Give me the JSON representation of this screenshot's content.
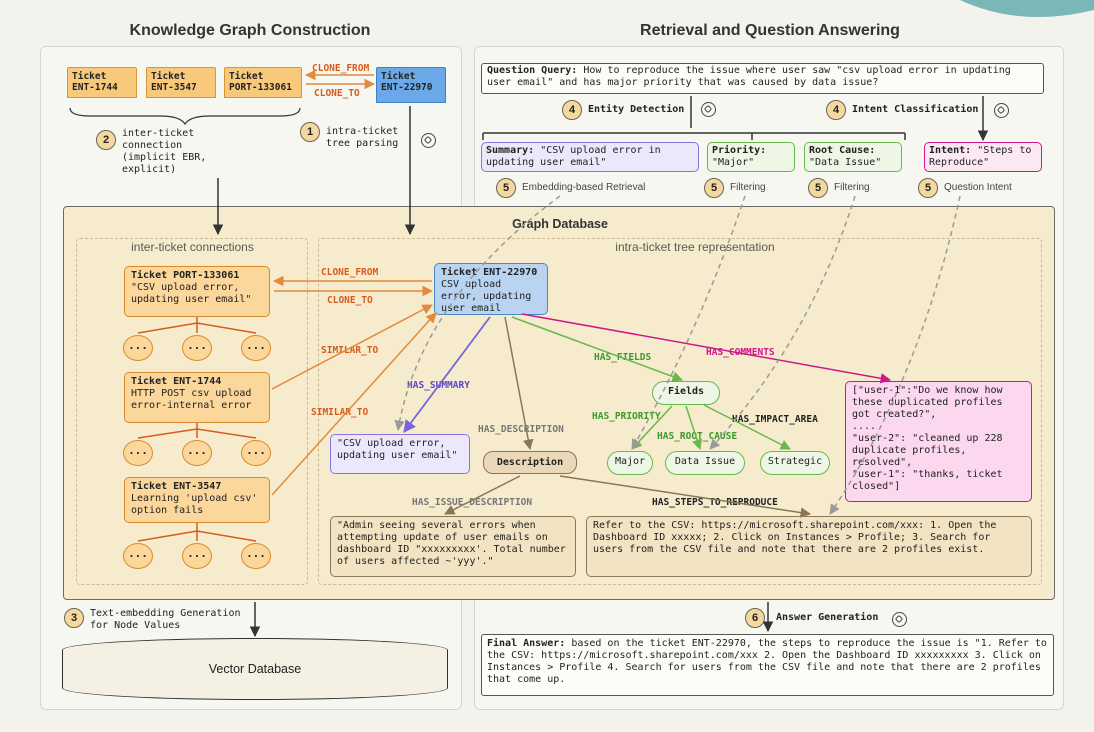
{
  "headings": {
    "left": "Knowledge Graph Construction",
    "right": "Retrieval and Question Answering"
  },
  "tickets_top": [
    {
      "label": "Ticket",
      "id": "ENT-1744"
    },
    {
      "label": "Ticket",
      "id": "ENT-3547"
    },
    {
      "label": "Ticket",
      "id": "PORT-133061"
    },
    {
      "label": "Ticket",
      "id": "ENT-22970"
    }
  ],
  "top_edges": {
    "clone_from": "CLONE_FROM",
    "clone_to": "CLONE_TO"
  },
  "steps": {
    "s1_num": "1",
    "s1_label": "intra-ticket tree parsing",
    "s2_num": "2",
    "s2_label": "inter-ticket connection (implicit EBR, explicit)",
    "s3_num": "3",
    "s3_label": "Text-embedding Generation for Node Values"
  },
  "graph_db": {
    "title": "Graph Database",
    "inter_title": "inter-ticket connections",
    "intra_title": "intra-ticket tree representation",
    "inter_nodes": [
      {
        "title": "Ticket PORT-133061",
        "body": "\"CSV upload error, updating user email\""
      },
      {
        "title": "Ticket ENT-1744",
        "body": "HTTP POST csv upload error-internal error"
      },
      {
        "title": "Ticket ENT-3547",
        "body": "Learning 'upload csv' option fails"
      }
    ],
    "dots": "...",
    "main_node": {
      "title": "Ticket ENT-22970",
      "body": "CSV upload error, updating user email"
    },
    "edges": {
      "clone_from": "CLONE_FROM",
      "clone_to": "CLONE_TO",
      "similar_to_1": "SIMILAR_TO",
      "similar_to_2": "SIMILAR_TO",
      "has_summary": "HAS_SUMMARY",
      "has_description": "HAS_DESCRIPTION",
      "has_fields": "HAS_FIELDS",
      "has_comments": "HAS_COMMENTS",
      "has_priority": "HAS_PRIORITY",
      "has_root_cause": "HAS_ROOT_CAUSE",
      "has_impact_area": "HAS_IMPACT_AREA",
      "has_issue_description": "HAS_ISSUE_DESCRIPTION",
      "has_steps_to_reproduce": "HAS_STEPS_TO_REPRODUCE"
    },
    "summary_node": "\"CSV upload error, updating user email\"",
    "description_node": "Description",
    "fields_node": "Fields",
    "field_values": [
      "Major",
      "Data Issue",
      "Strategic"
    ],
    "comments_node": "[\"user-1\":\"Do we know how these duplicated profiles got created?\",\n....\n\"user-2\": \"cleaned up 228 duplicate profiles, resolved\",\n\"user-1\": \"thanks, ticket closed\"]",
    "issue_description": "\"Admin seeing several errors when attempting update of user emails on dashboard ID \"xxxxxxxxx'. Total number of users affected ~'yyy'.\"",
    "steps_to_reproduce": "Refer to the CSV: https://microsoft.sharepoint.com/xxx: 1. Open the Dashboard ID xxxxx; 2. Click on Instances > Profile; 3. Search for users from the CSV file and note that there are 2 profiles exist."
  },
  "vector_db": "Vector Database",
  "retrieval": {
    "query_label": "Question Query:",
    "query_text": "How to reproduce the issue where user saw \"csv upload error in updating user email\" and has major priority that was caused by data issue?",
    "entity_num": "4",
    "entity_label": "Entity Detection",
    "intent_num": "4",
    "intent_label": "Intent Classification",
    "summary_label": "Summary:",
    "summary_value": "\"CSV upload error in updating user email\"",
    "priority_label": "Priority:",
    "priority_value": "\"Major\"",
    "root_label": "Root Cause:",
    "root_value": "\"Data Issue\"",
    "intent_box_label": "Intent:",
    "intent_box_value": "\"Steps to Reproduce\"",
    "step5": [
      {
        "num": "5",
        "label": "Embedding-based Retrieval"
      },
      {
        "num": "5",
        "label": "Filtering"
      },
      {
        "num": "5",
        "label": "Filtering"
      },
      {
        "num": "5",
        "label": "Question Intent"
      }
    ],
    "answer_num": "6",
    "answer_label": "Answer Generation",
    "final_label": "Final Answer:",
    "final_text": "based on the ticket ENT-22970, the steps to reproduce the issue is \"1. Refer to the CSV: https://microsoft.sharepoint.com/xxx 2. Open the Dashboard ID xxxxxxxxx 3. Click on Instances > Profile 4. Search for users from the CSV file and note that there are 2 profiles that come up."
  },
  "colors": {
    "orange": "#d98b2b",
    "orange_fill": "#fbd79b",
    "blue": "#6aa8e8",
    "green": "#68b84a",
    "purple": "#7a64d8",
    "magenta": "#d0168a",
    "gray": "#8a8070"
  }
}
